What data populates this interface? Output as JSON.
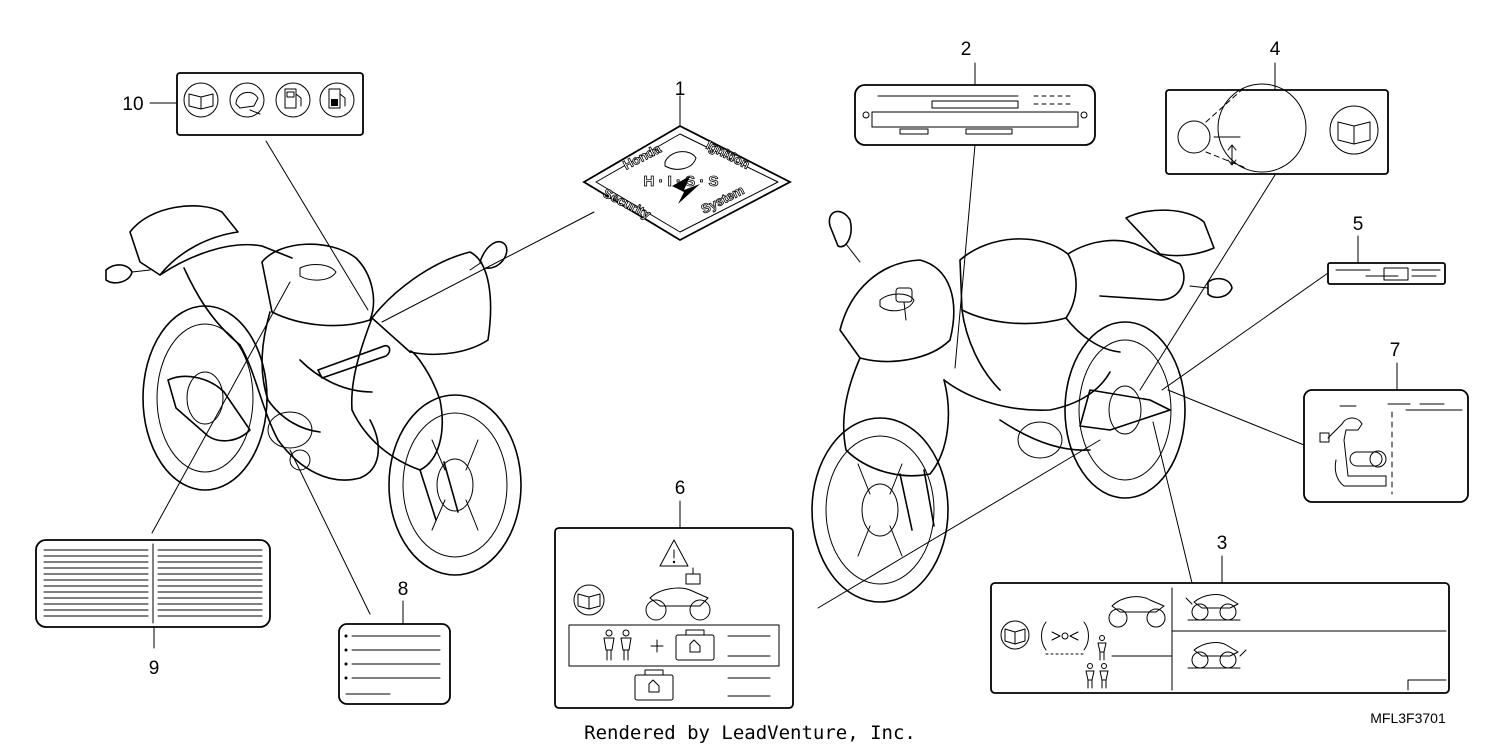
{
  "callouts": {
    "c1": "1",
    "c2": "2",
    "c3": "3",
    "c4": "4",
    "c5": "5",
    "c6": "6",
    "c7": "7",
    "c8": "8",
    "c9": "9",
    "c10": "10"
  },
  "security_label": {
    "brand": "Honda",
    "word1": "Ignition",
    "word2": "Security",
    "word3": "System",
    "code": "H · I · S · S"
  },
  "footer": {
    "credit": "Rendered by LeadVenture, Inc.",
    "part_number": "MFL3F3701"
  },
  "icons": [
    "manual-book-icon",
    "helmet-icon",
    "fuel-pump-icon",
    "warning-triangle-icon",
    "motorcycle-icon",
    "rider-icon",
    "luggage-icon"
  ]
}
